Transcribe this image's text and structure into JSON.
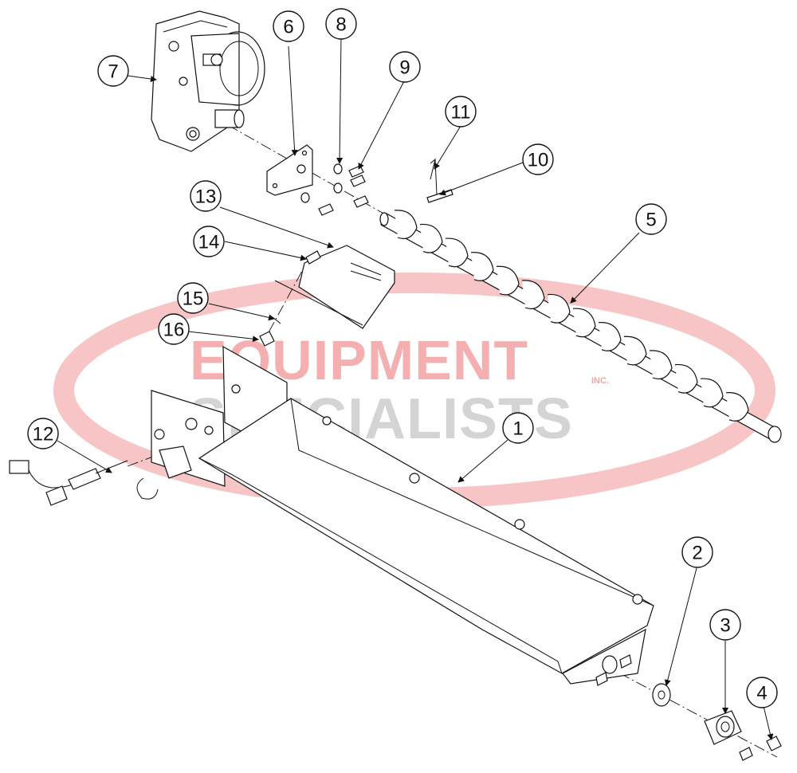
{
  "watermark": {
    "line1": "EQUIPMENT",
    "line1_suffix": "INC.",
    "line2": "SPECIALISTS",
    "brand_color": "#e02020",
    "gray_color": "#9a9a9a"
  },
  "callouts": [
    {
      "id": "1",
      "label": "1"
    },
    {
      "id": "2",
      "label": "2"
    },
    {
      "id": "3",
      "label": "3"
    },
    {
      "id": "4",
      "label": "4"
    },
    {
      "id": "5",
      "label": "5"
    },
    {
      "id": "6",
      "label": "6"
    },
    {
      "id": "7",
      "label": "7"
    },
    {
      "id": "8",
      "label": "8"
    },
    {
      "id": "9",
      "label": "9"
    },
    {
      "id": "10",
      "label": "10"
    },
    {
      "id": "11",
      "label": "11"
    },
    {
      "id": "12",
      "label": "12"
    },
    {
      "id": "13",
      "label": "13"
    },
    {
      "id": "14",
      "label": "14"
    },
    {
      "id": "15",
      "label": "15"
    },
    {
      "id": "16",
      "label": "16"
    }
  ]
}
